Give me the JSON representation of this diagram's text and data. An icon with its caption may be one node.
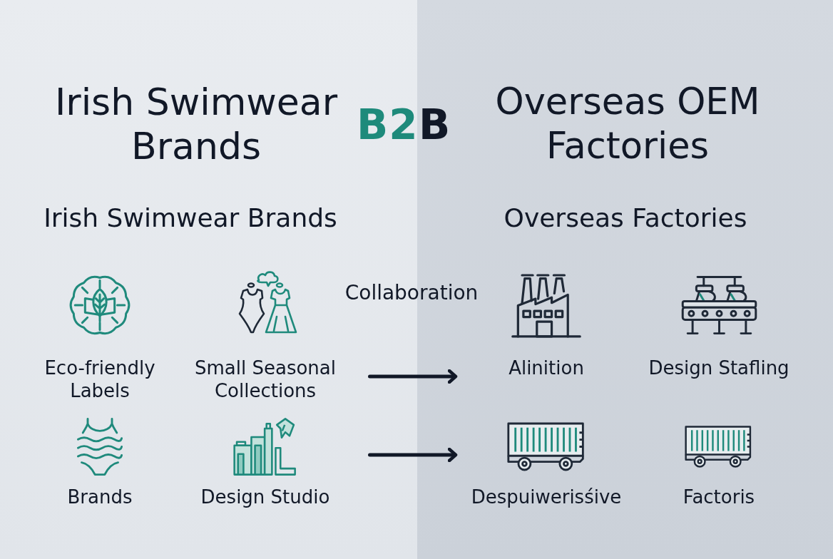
{
  "diagram": {
    "nodes": [
      {
        "text": [
          "Irish Swimwear Brands",
          "Irish Swimwear Brands"
        ]
      },
      {
        "text": [
          "Eco-friendly Labels"
        ],
        "in": 0
      },
      {
        "text": [
          "Small Seasonal Collections"
        ],
        "in": 0
      },
      {
        "text": [
          "Brands"
        ],
        "in": 0
      },
      {
        "text": [
          "Design Studio"
        ],
        "in": 0
      },
      {
        "text": [
          "Overseas OEM Factories",
          "Overseas Factories"
        ]
      },
      {
        "text": [
          "Alinition"
        ],
        "in": 5
      },
      {
        "text": [
          "Design Stafling"
        ],
        "in": 5
      },
      {
        "text": [
          "Despuiwerisśive"
        ],
        "in": 5
      },
      {
        "text": [
          "Factoris"
        ],
        "in": 5
      }
    ],
    "edges": [
      {
        "from": 2,
        "to": 6,
        "arrow": "to"
      },
      {
        "from": 4,
        "to": 8,
        "arrow": "to"
      }
    ],
    "labels": [
      "B2B",
      "Collaboration"
    ]
  }
}
